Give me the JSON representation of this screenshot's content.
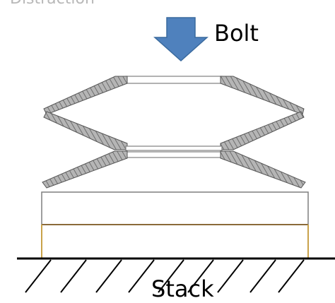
{
  "labels": {
    "top_cut": "Distraction",
    "bolt": "Bolt",
    "stack": "Stack"
  },
  "colors": {
    "arrow_fill": "#4f81bd",
    "arrow_stroke": "#3a6a9e",
    "spring_hatch": "#8a8a8a",
    "spring_dark": "#555555",
    "plate_stroke": "#7f7f7f",
    "plate_bottom_edge": "#c9a24a",
    "ground": "#000000"
  },
  "icons": {
    "arrow": "down-arrow-icon",
    "ground": "ground-hatch-icon"
  }
}
